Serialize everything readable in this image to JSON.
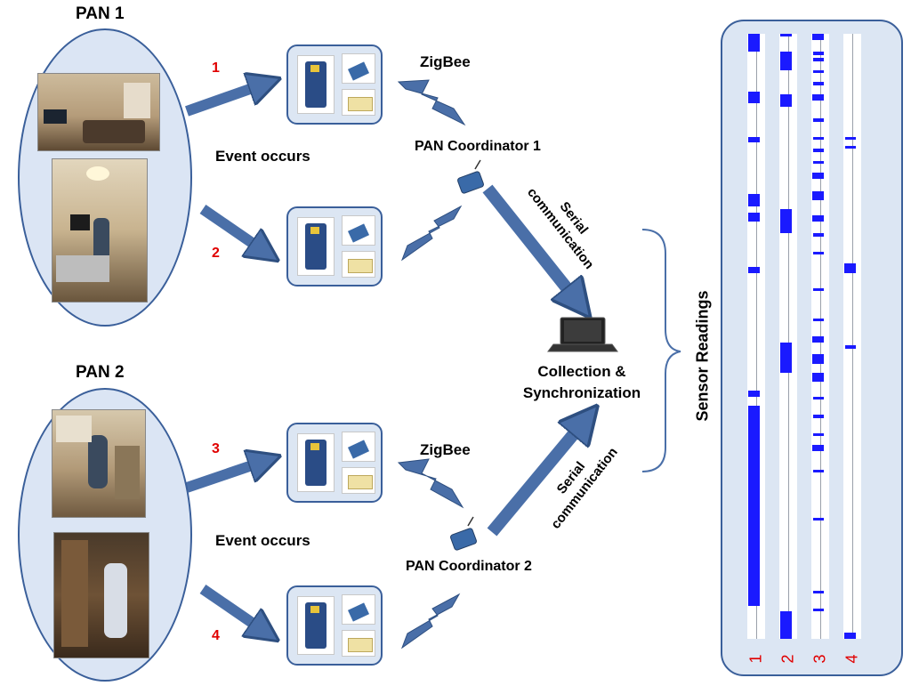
{
  "pans": [
    {
      "title": "PAN 1",
      "event_label": "Event occurs",
      "coordinator": "PAN Coordinator 1",
      "zigbee": "ZigBee",
      "arrow_numbers": [
        "1",
        "2"
      ]
    },
    {
      "title": "PAN 2",
      "event_label": "Event occurs",
      "coordinator": "PAN Coordinator 2",
      "zigbee": "ZigBee",
      "arrow_numbers": [
        "3",
        "4"
      ]
    }
  ],
  "serial_label_1": "Serial",
  "serial_label_2": "communication",
  "collection_line1": "Collection &",
  "collection_line2": "Synchronization",
  "sensor_readings": "Sensor Readings",
  "strip_numbers": [
    "1",
    "2",
    "3",
    "4"
  ],
  "colors": {
    "arrow": "#4a6fa8",
    "panel": "#dce6f3",
    "border": "#3a5f9a",
    "reading": "#1a1aff",
    "number": "#e00000"
  },
  "chart_data": {
    "type": "event-raster",
    "series": [
      {
        "events": [
          [
            0.0,
            0.03
          ],
          [
            0.095,
            0.115
          ],
          [
            0.17,
            0.18
          ],
          [
            0.265,
            0.285
          ],
          [
            0.295,
            0.31
          ],
          [
            0.385,
            0.395
          ],
          [
            0.59,
            0.6
          ],
          [
            0.615,
            0.64
          ],
          [
            0.64,
            0.945
          ]
        ]
      },
      {
        "events": [
          [
            0.0,
            0.005
          ],
          [
            0.03,
            0.06
          ],
          [
            0.1,
            0.12
          ],
          [
            0.29,
            0.33
          ],
          [
            0.51,
            0.56
          ],
          [
            0.955,
            1.0
          ]
        ]
      },
      {
        "events": [
          [
            0.0,
            0.01
          ],
          [
            0.03,
            0.035
          ],
          [
            0.04,
            0.045
          ],
          [
            0.06,
            0.065
          ],
          [
            0.08,
            0.085
          ],
          [
            0.1,
            0.11
          ],
          [
            0.14,
            0.145
          ],
          [
            0.17,
            0.175
          ],
          [
            0.19,
            0.195
          ],
          [
            0.21,
            0.215
          ],
          [
            0.23,
            0.24
          ],
          [
            0.26,
            0.275
          ],
          [
            0.3,
            0.31
          ],
          [
            0.33,
            0.335
          ],
          [
            0.36,
            0.365
          ],
          [
            0.42,
            0.425
          ],
          [
            0.47,
            0.475
          ],
          [
            0.5,
            0.51
          ],
          [
            0.53,
            0.545
          ],
          [
            0.56,
            0.575
          ],
          [
            0.6,
            0.605
          ],
          [
            0.63,
            0.635
          ],
          [
            0.66,
            0.665
          ],
          [
            0.68,
            0.69
          ],
          [
            0.72,
            0.725
          ],
          [
            0.8,
            0.805
          ],
          [
            0.92,
            0.925
          ],
          [
            0.95,
            0.955
          ]
        ]
      },
      {
        "events": [
          [
            0.17,
            0.175
          ],
          [
            0.185,
            0.19
          ],
          [
            0.38,
            0.395
          ],
          [
            0.515,
            0.52
          ],
          [
            0.99,
            1.0
          ]
        ]
      }
    ]
  }
}
